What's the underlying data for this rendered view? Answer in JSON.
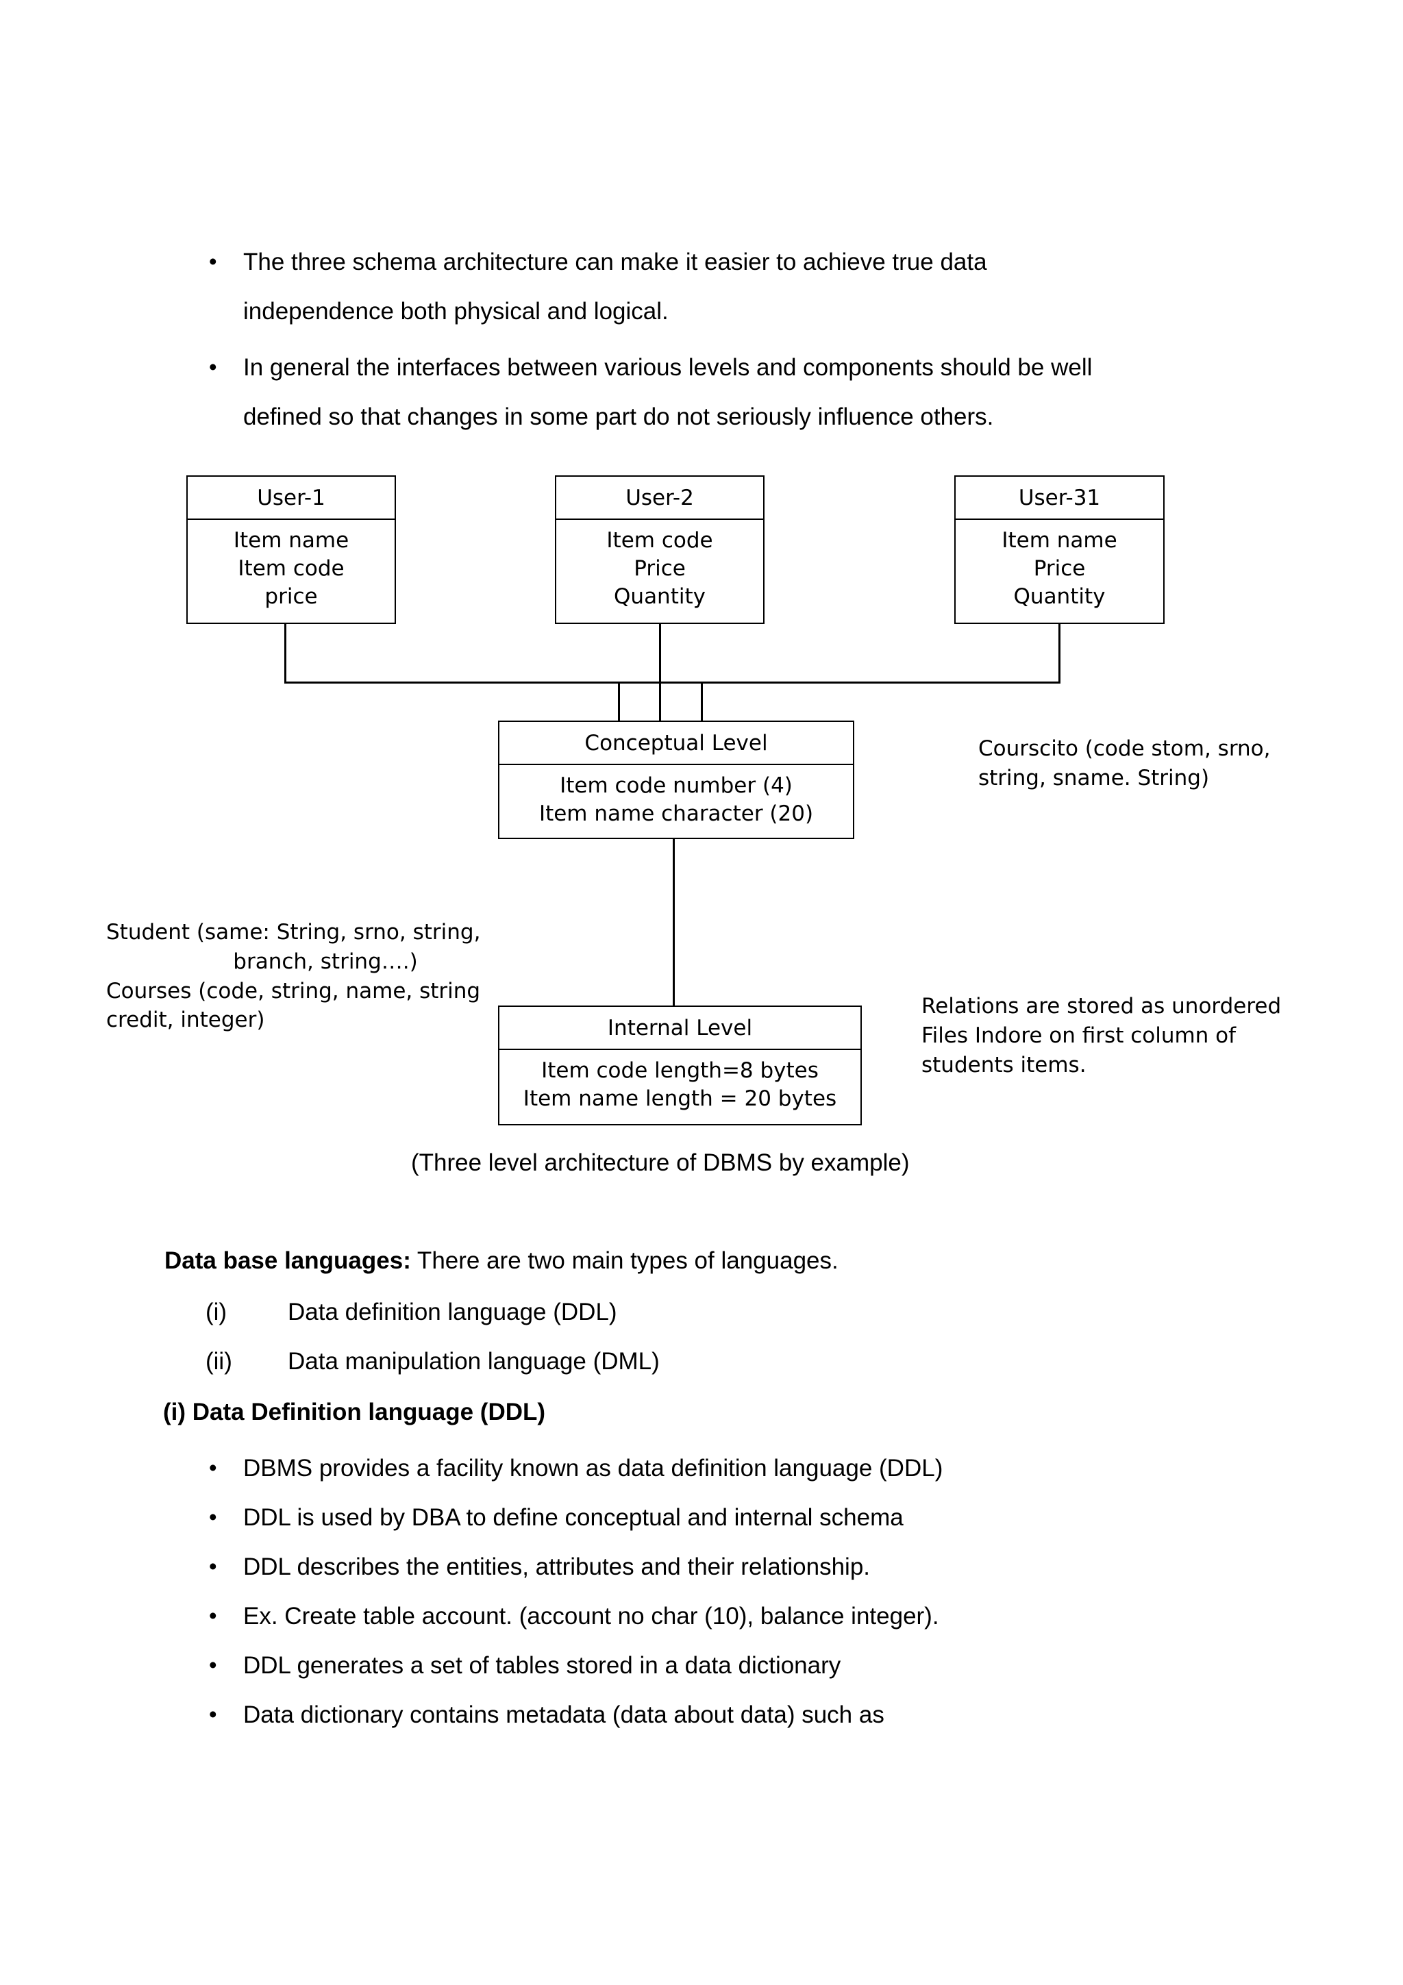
{
  "intro_bullets": [
    {
      "lines": [
        "The three schema architecture can make it easier to achieve true data",
        "independence both physical and logical."
      ]
    },
    {
      "lines": [
        "In general the interfaces between various levels and components should be well",
        "defined so that changes in some part do not seriously influence others."
      ]
    }
  ],
  "bullet_glyph": "•",
  "diagram": {
    "user_boxes": [
      {
        "title": "User-1",
        "attributes": [
          "Item name",
          "Item code",
          "price"
        ]
      },
      {
        "title": "User-2",
        "attributes": [
          "Item code",
          "Price",
          "Quantity"
        ]
      },
      {
        "title": "User-31",
        "attributes": [
          "Item name",
          "Price",
          "Quantity"
        ]
      }
    ],
    "conceptual": {
      "title": "Conceptual Level",
      "attributes": [
        "Item code number (4)",
        "Item name character (20)"
      ]
    },
    "internal": {
      "title": "Internal Level",
      "attributes": [
        "Item code length=8 bytes",
        "Item name length = 20 bytes"
      ]
    },
    "annotations": {
      "conceptual_right": [
        "Courscito (code stom, srno,",
        "string, sname. String)"
      ],
      "left_schema": [
        "Student (same: String, srno, string,",
        "branch, string….)",
        "Courses (code, string, name, string",
        "credit, integer)"
      ],
      "internal_right": [
        "Relations are stored as unordered",
        "Files Indore on first column of",
        "students items."
      ]
    },
    "caption": "(Three level architecture of DBMS by example)"
  },
  "languages_section": {
    "heading_bold": "Data base languages:",
    "heading_rest": " There are two main types of languages.",
    "items": [
      {
        "marker": "(i)",
        "label": "Data definition language (DDL)"
      },
      {
        "marker": "(ii)",
        "label": "Data manipulation language (DML)"
      }
    ]
  },
  "ddl_section": {
    "heading": "(i) Data Definition language (DDL)",
    "bullets": [
      "DBMS provides a facility known as data definition language (DDL)",
      "DDL is used by DBA to define conceptual and internal schema",
      "DDL describes the entities, attributes and their relationship.",
      "Ex. Create table account. (account no char (10), balance integer).",
      "DDL generates a set of tables stored in a data dictionary",
      "Data dictionary contains metadata (data about data) such as"
    ]
  },
  "colors": {
    "ink": "#000000",
    "paper": "#ffffff"
  }
}
